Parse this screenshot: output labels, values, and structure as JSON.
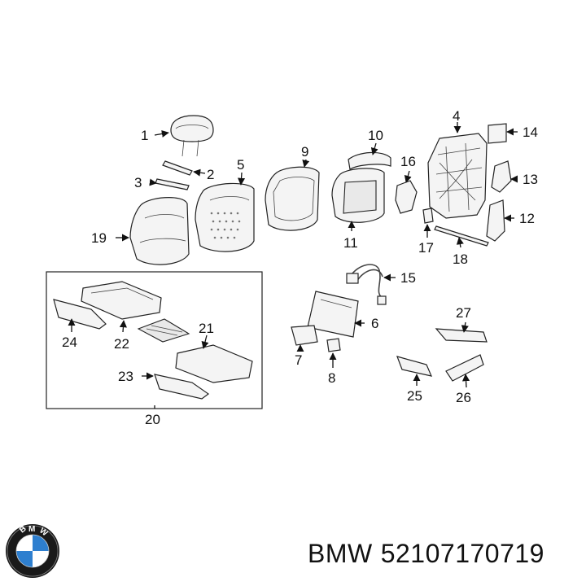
{
  "diagram": {
    "callouts": {
      "1": "1",
      "2": "2",
      "3": "3",
      "4": "4",
      "5": "5",
      "6": "6",
      "7": "7",
      "8": "8",
      "9": "9",
      "10": "10",
      "11": "11",
      "12": "12",
      "13": "13",
      "14": "14",
      "15": "15",
      "16": "16",
      "17": "17",
      "18": "18",
      "19": "19",
      "20": "20",
      "21": "21",
      "22": "22",
      "23": "23",
      "24": "24",
      "25": "25",
      "26": "26",
      "27": "27"
    }
  },
  "brand": {
    "logo_text": "BMW",
    "name": "BMW",
    "part_number": "52107170719",
    "colors": {
      "blue": "#2e7fcf",
      "ring": "#1a1a1a",
      "white": "#ffffff"
    }
  }
}
